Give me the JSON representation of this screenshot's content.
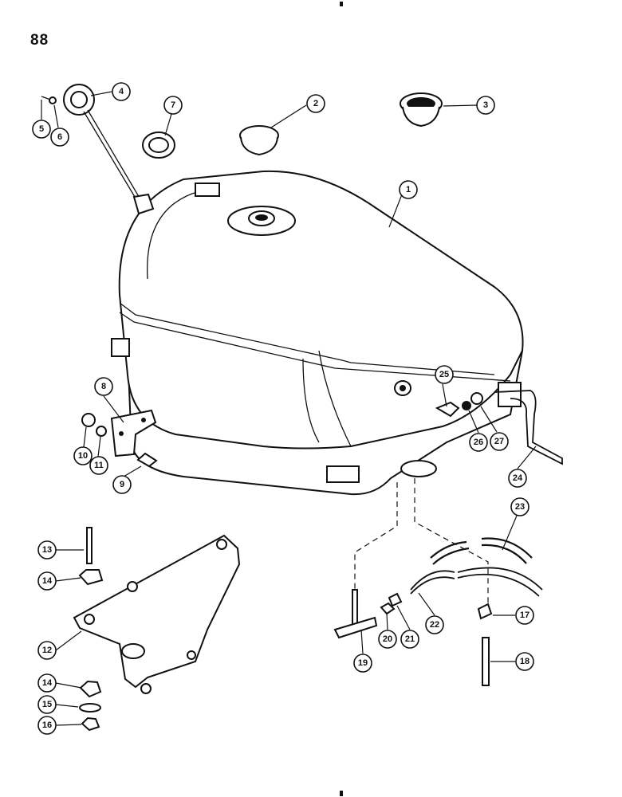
{
  "page_number": "88",
  "callouts": [
    {
      "label": "1"
    },
    {
      "label": "2"
    },
    {
      "label": "3"
    },
    {
      "label": "4"
    },
    {
      "label": "5"
    },
    {
      "label": "6"
    },
    {
      "label": "7"
    },
    {
      "label": "8"
    },
    {
      "label": "9"
    },
    {
      "label": "10"
    },
    {
      "label": "11"
    },
    {
      "label": "12"
    },
    {
      "label": "13"
    },
    {
      "label": "14"
    },
    {
      "label": "14"
    },
    {
      "label": "15"
    },
    {
      "label": "16"
    },
    {
      "label": "17"
    },
    {
      "label": "18"
    },
    {
      "label": "19"
    },
    {
      "label": "20"
    },
    {
      "label": "21"
    },
    {
      "label": "22"
    },
    {
      "label": "23"
    },
    {
      "label": "24"
    },
    {
      "label": "25"
    },
    {
      "label": "26"
    },
    {
      "label": "27"
    }
  ]
}
